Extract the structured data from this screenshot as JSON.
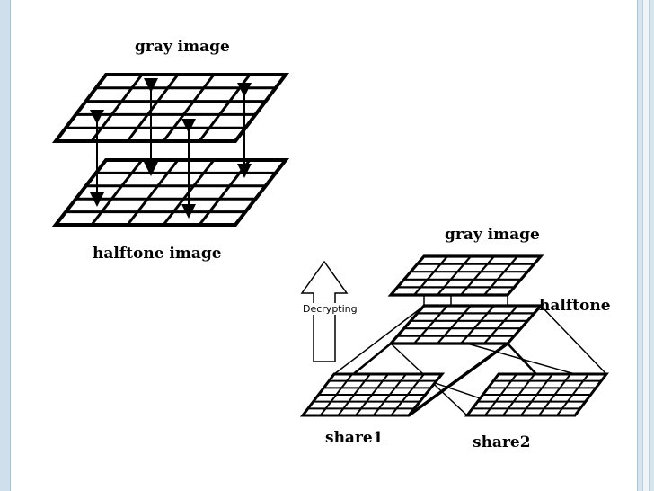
{
  "labels": {
    "top_gray": "gray image",
    "halftone_left": "halftone image",
    "gray_right": "gray image",
    "halftone_right": "halftone",
    "decrypting": "Decrypting",
    "share1": "share1",
    "share2": "share2"
  },
  "colors": {
    "frame": "#cfe0ec",
    "ink": "#000000"
  }
}
